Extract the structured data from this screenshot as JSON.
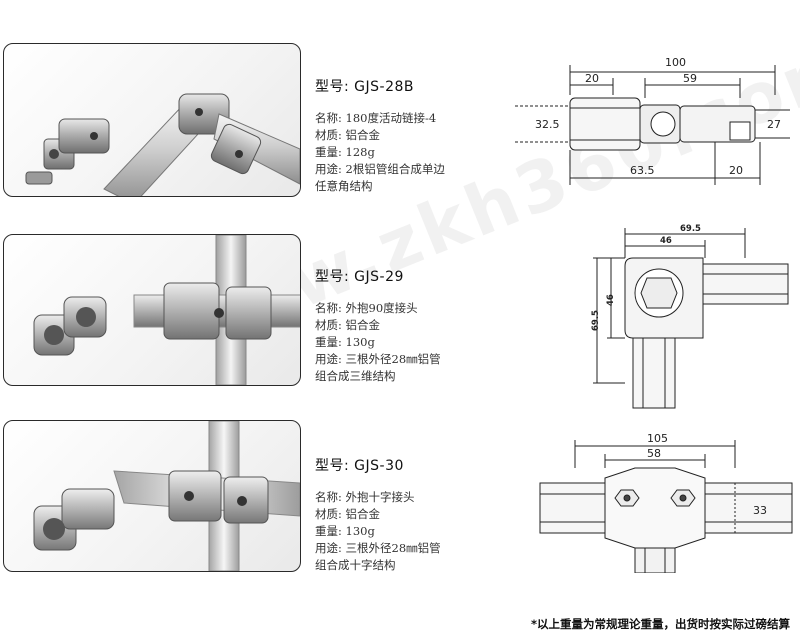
{
  "watermark": "www.zkh360.com",
  "products": [
    {
      "model": "型号: GJS-28B",
      "name": "名称: 180度活动链接-4",
      "material": "材质: 铝合金",
      "weight": "重量: 128g",
      "usage_1": "用途: 2根铝管组合成单边",
      "usage_2": "任意角结构",
      "dims": {
        "total": "100",
        "left": "20",
        "mid": "59",
        "left_dia": "32.5",
        "right_dia": "27",
        "bottom_left": "63.5",
        "bottom_right": "20"
      }
    },
    {
      "model": "型号: GJS-29",
      "name": "名称: 外抱90度接头",
      "material": "材质: 铝合金",
      "weight": "重量: 130g",
      "usage_1": "用途: 三根外径28㎜铝管",
      "usage_2": "组合成三维结构",
      "dims": {
        "top_outer": "69.5",
        "top_inner": "46",
        "left_outer": "69.5",
        "left_inner": "46"
      }
    },
    {
      "model": "型号: GJS-30",
      "name": "名称: 外抱十字接头",
      "material": "材质: 铝合金",
      "weight": "重量: 130g",
      "usage_1": "用途: 三根外径28㎜铝管",
      "usage_2": "组合成十字结构",
      "dims": {
        "total": "105",
        "mid": "58",
        "right": "33"
      }
    }
  ],
  "footnote": "*以上重量为常规理论重量，出货时按实际过磅结算"
}
